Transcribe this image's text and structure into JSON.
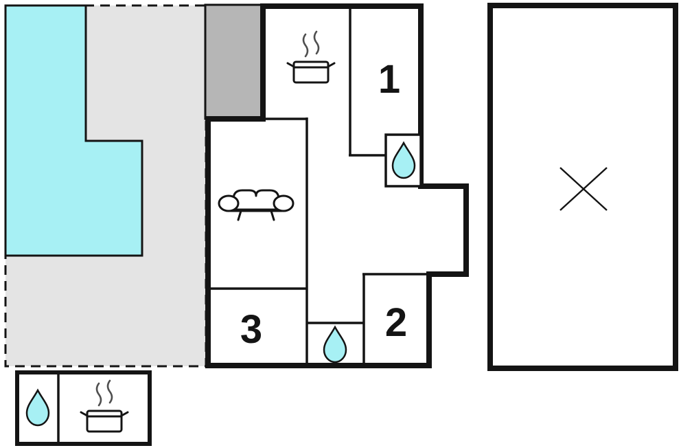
{
  "rooms": [
    {
      "label": "1"
    },
    {
      "label": "2"
    },
    {
      "label": "3"
    }
  ],
  "colors": {
    "water": "#a7f0f4",
    "area_light_gray": "#e4e4e4",
    "area_dark_gray": "#b6b6b6",
    "wall": "#141414",
    "background": "#ffffff",
    "steam": "#4f4f4f"
  },
  "icons": [
    {
      "name": "cooking-pot-with-steam-icon",
      "area": "kitchen"
    },
    {
      "name": "water-drop-icon",
      "area": "bathroom-upper"
    },
    {
      "name": "sofa-icon",
      "area": "living-room"
    },
    {
      "name": "water-drop-icon",
      "area": "bathroom-lower"
    },
    {
      "name": "water-drop-icon",
      "area": "annex"
    },
    {
      "name": "cooking-pot-with-steam-icon",
      "area": "annex"
    },
    {
      "name": "x-mark-icon",
      "area": "terrace"
    }
  ]
}
